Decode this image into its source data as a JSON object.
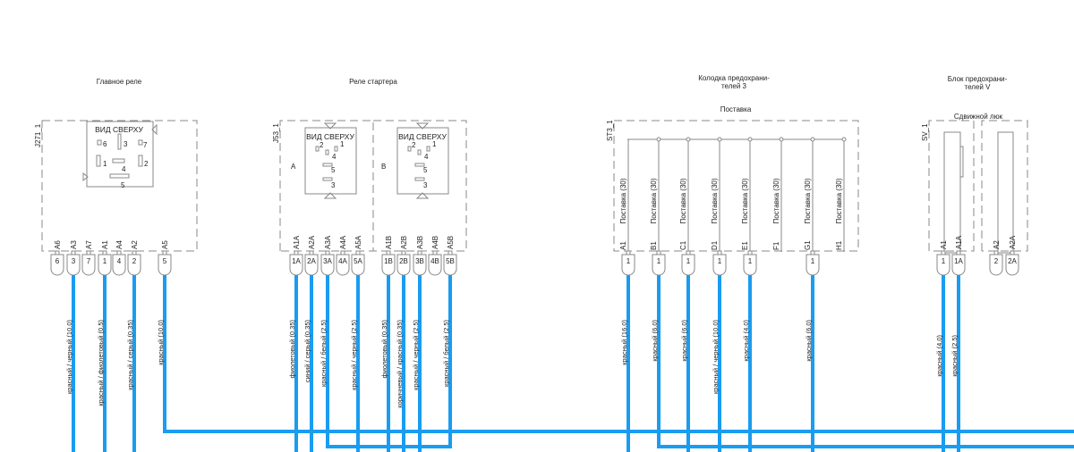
{
  "colors": {
    "wire": "#1a9cf0",
    "outline": "#888888"
  },
  "main_relay": {
    "title": "Главное реле",
    "id": "J271_1",
    "top_view": "ВИД СВЕРХУ",
    "relay_pins": [
      "6",
      "3",
      "7",
      "1",
      "4",
      "2",
      "5"
    ],
    "pin_labels": [
      "A6",
      "A3",
      "A7",
      "A1",
      "A4",
      "A2",
      "A5"
    ],
    "connectors": [
      "6",
      "3",
      "7",
      "1",
      "4",
      "2",
      "5"
    ],
    "wires": [
      "красный / черный (10.0)",
      "красный / фиолетовый (0.5)",
      "красный / серый (0.35)",
      "красный (10.0)"
    ]
  },
  "starter_relay": {
    "title": "Реле стартера",
    "id": "J53_1",
    "top_view": "ВИД СВЕРХУ",
    "section_a": "A",
    "section_b": "B",
    "relay_pins": [
      "2",
      "1",
      "4",
      "5",
      "3"
    ],
    "pin_labels_a": [
      "A1A",
      "A2A",
      "A3A",
      "A4A",
      "A5A"
    ],
    "pin_labels_b": [
      "A1B",
      "A2B",
      "A3B",
      "A4B",
      "A5B"
    ],
    "connectors_a": [
      "1A",
      "2A",
      "3A",
      "4A",
      "5A"
    ],
    "connectors_b": [
      "1B",
      "2B",
      "3B",
      "4B",
      "5B"
    ],
    "wires": [
      "фиолетовый (0.35)",
      "синий / серый (0.35)",
      "красный / белый (2.5)",
      "красный / черный (2.5)",
      "фиолетовый (0.35)",
      "коричневый / красный (0.35)",
      "красный / черный (2.5)",
      "красный / белый (2.5)"
    ]
  },
  "fuse_block_3": {
    "title_line1": "Колодка предохрани-",
    "title_line2": "телей 3",
    "subtitle": "Поставка",
    "id": "ST3_1",
    "slot_label": "Поставка (30)",
    "pin_labels": [
      "A1",
      "B1",
      "C1",
      "D1",
      "E1",
      "F1",
      "G1",
      "H1"
    ],
    "connector": "1",
    "wires": [
      "красный (16.0)",
      "красный (6.0)",
      "красный (6.0)",
      "красный / черный (10.0)",
      "красный (4.0)",
      "красный (6.0)"
    ]
  },
  "fuse_block_v": {
    "title_line1": "Блок предохрани-",
    "title_line2": "телей V",
    "subtitle": "Сдвижной люк",
    "id": "SV_1",
    "pin_labels": [
      "A1",
      "A1A",
      "A2",
      "A2A"
    ],
    "connectors": [
      "1",
      "1A",
      "2",
      "2A"
    ],
    "wires": [
      "красный (4.0)",
      "красный (2.5)"
    ]
  },
  "pin_tick": "1"
}
